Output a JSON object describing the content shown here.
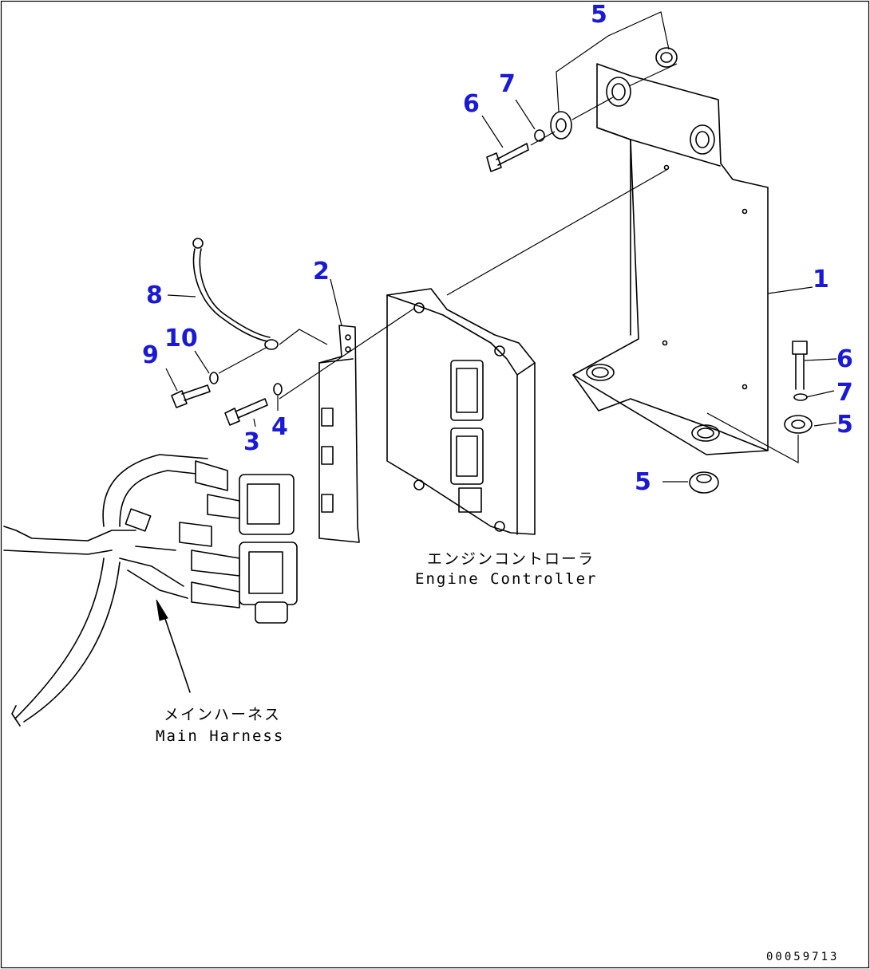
{
  "callouts": {
    "c1": "1",
    "c2": "2",
    "c3": "3",
    "c4": "4",
    "c5a": "5",
    "c5b": "5",
    "c5c": "5",
    "c6a": "6",
    "c6b": "6",
    "c7a": "7",
    "c7b": "7",
    "c8": "8",
    "c9": "9",
    "c10": "10"
  },
  "labels": {
    "engine_controller_jp": "エンジンコントローラ",
    "engine_controller_en": "Engine Controller",
    "main_harness_jp": "メインハーネス",
    "main_harness_en": "Main Harness"
  },
  "drawing_code": "00059713",
  "colors": {
    "callout": "#1a1ad6",
    "line": "#000000",
    "background": "#ffffff"
  }
}
